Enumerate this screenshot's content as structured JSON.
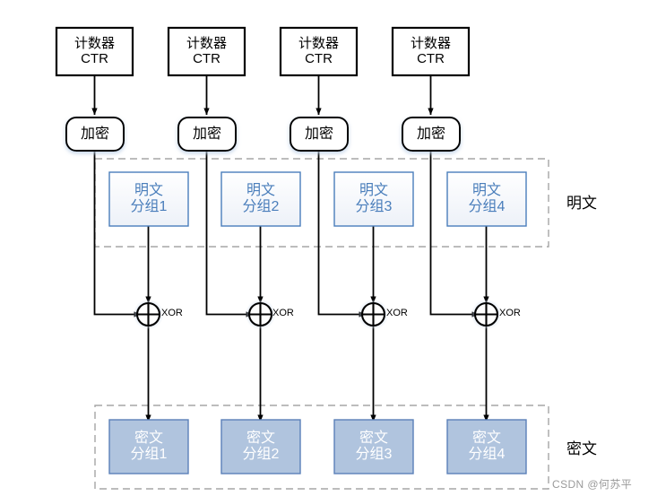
{
  "diagram": {
    "title": "CTR mode block cipher diagram",
    "colors": {
      "stroke_black": "#000000",
      "plain_border": "#4a7ebb",
      "plain_text": "#4a7ebb",
      "plain_fill_top": "#ffffff",
      "plain_fill_bottom": "#eef2f8",
      "cipher_fill": "#b0c4de",
      "cipher_border": "#5b81b8",
      "cipher_text": "#ffffff",
      "dashed_group": "#a6a6a6",
      "watermark": "#9a9a9a",
      "glow": "#dce6f2"
    },
    "counters": [
      {
        "line1": "计数器",
        "line2": "CTR"
      },
      {
        "line1": "计数器",
        "line2": "CTR"
      },
      {
        "line1": "计数器",
        "line2": "CTR"
      },
      {
        "line1": "计数器",
        "line2": "CTR"
      }
    ],
    "encrypt_boxes": [
      {
        "label": "加密"
      },
      {
        "label": "加密"
      },
      {
        "label": "加密"
      },
      {
        "label": "加密"
      }
    ],
    "plaintext_blocks": [
      {
        "line1": "明文",
        "line2": "分组1"
      },
      {
        "line1": "明文",
        "line2": "分组2"
      },
      {
        "line1": "明文",
        "line2": "分组3"
      },
      {
        "line1": "明文",
        "line2": "分组4"
      }
    ],
    "xor_nodes": [
      {
        "label": "XOR"
      },
      {
        "label": "XOR"
      },
      {
        "label": "XOR"
      },
      {
        "label": "XOR"
      }
    ],
    "ciphertext_blocks": [
      {
        "line1": "密文",
        "line2": "分组1"
      },
      {
        "line1": "密文",
        "line2": "分组2"
      },
      {
        "line1": "密文",
        "line2": "分组3"
      },
      {
        "line1": "密文",
        "line2": "分组4"
      }
    ],
    "group_labels": {
      "plaintext": "明文",
      "ciphertext": "密文"
    },
    "watermark": "CSDN @何苏平"
  }
}
